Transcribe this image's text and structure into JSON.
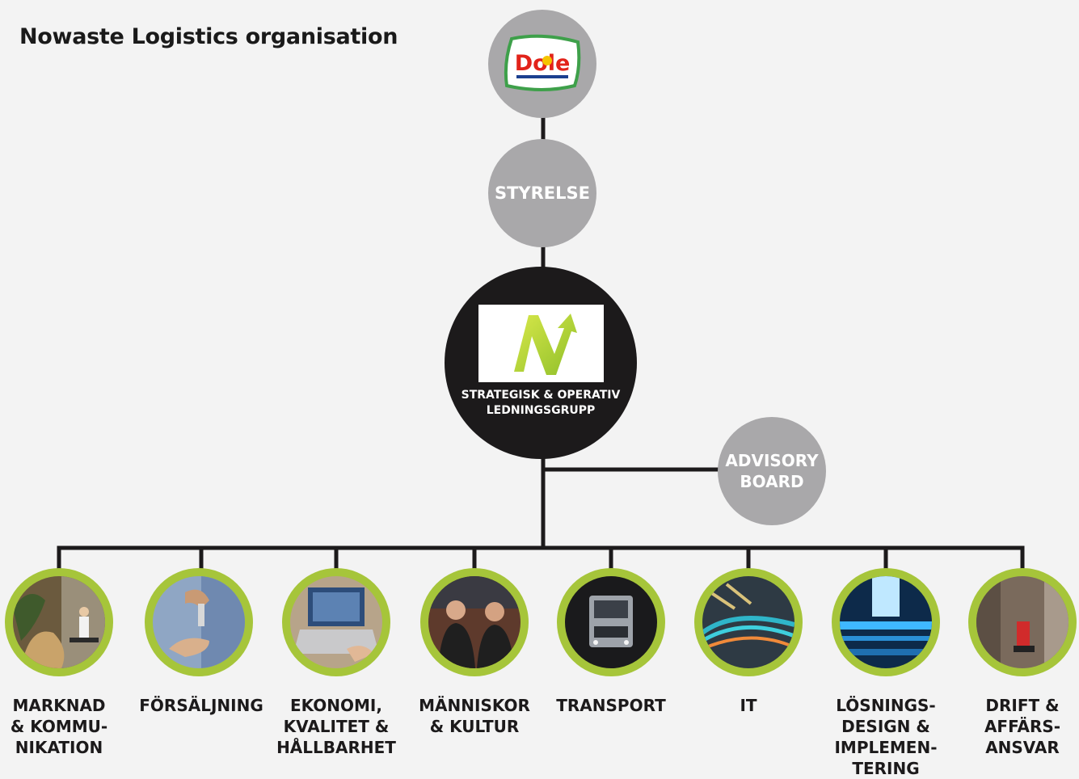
{
  "page": {
    "title": "Nowaste Logistics organisation"
  },
  "colors": {
    "background": "#f3f3f3",
    "grey_circle": "#a9a8aa",
    "management_circle": "#1c1a1b",
    "department_ring": "#a6c53a",
    "connector": "#1c1a1b"
  },
  "owner": {
    "logo_text": "Dole",
    "icon": "dole-logo"
  },
  "board": {
    "label": "STYRELSE"
  },
  "management": {
    "icon": "nowaste-logo",
    "label_line1": "STRATEGISK & OPERATIV",
    "label_line2": "LEDNINGSGRUPP"
  },
  "advisory": {
    "label_line1": "ADVISORY",
    "label_line2": "BOARD"
  },
  "departments": [
    {
      "label": "MARKNAD\n& KOMMU-\nNIKATION",
      "photo": "marketing-photo"
    },
    {
      "label": "FÖRSÄLJNING",
      "photo": "sales-photo"
    },
    {
      "label": "EKONOMI,\nKVALITET &\nHÅLLBARHET",
      "photo": "laptop-photo"
    },
    {
      "label": "MÄNNISKOR\n& KULTUR",
      "photo": "people-photo"
    },
    {
      "label": "TRANSPORT",
      "photo": "truck-photo"
    },
    {
      "label": "IT",
      "photo": "network-cables-photo"
    },
    {
      "label": "LÖSNINGS-\nDESIGN  &\nIMPLEMEN-\nTERING",
      "photo": "conveyor-photo"
    },
    {
      "label": "DRIFT &\nAFFÄRS-\nANSVAR",
      "photo": "warehouse-photo"
    }
  ]
}
